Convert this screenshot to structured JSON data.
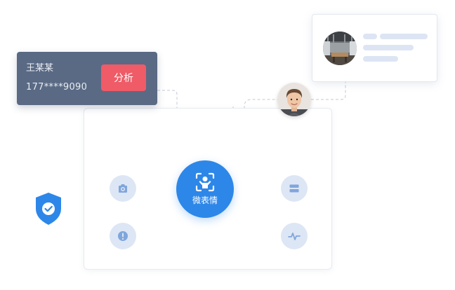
{
  "user_card": {
    "name": "王某某",
    "phone": "177****9090",
    "analyze_label": "分析"
  },
  "hub": {
    "label": "微表情"
  },
  "colors": {
    "primary": "#2d87e8",
    "danger": "#ef5b67",
    "card_dark": "#5a6a84",
    "node_bg": "#dde6f5",
    "placeholder": "#dde5f4"
  },
  "icons": {
    "shield": "shield-check-icon",
    "camera": "camera-icon",
    "alert": "alert-icon",
    "storage": "storage-icon",
    "pulse": "pulse-icon",
    "face_scan": "face-scan-icon"
  }
}
